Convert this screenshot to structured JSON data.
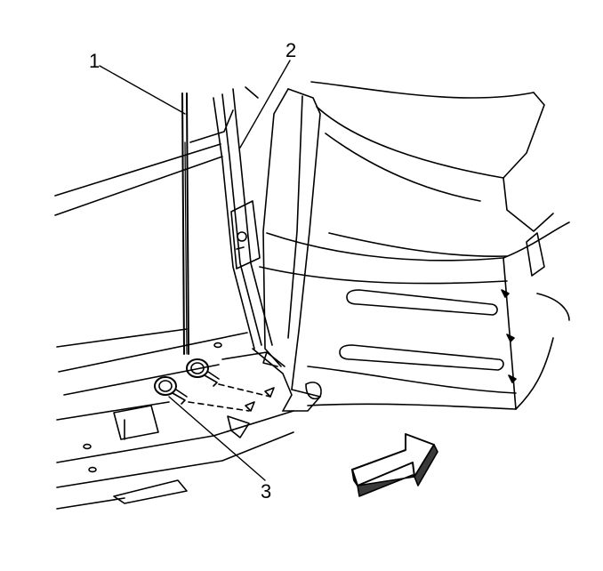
{
  "callouts": {
    "c1": "1",
    "c2": "2",
    "c3": "3"
  },
  "colors": {
    "line": "#000000",
    "background": "#ffffff",
    "arrow_shade": "#3a3a3a"
  }
}
